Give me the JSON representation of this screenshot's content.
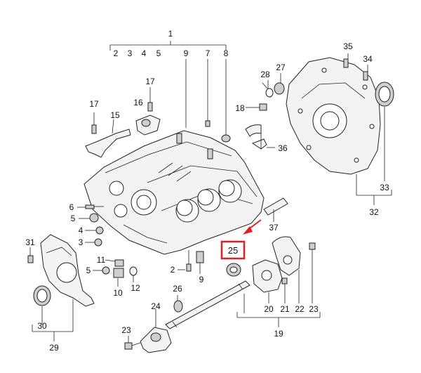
{
  "callouts": {
    "c1": "1",
    "c2": "2",
    "c3": "3",
    "c4": "4",
    "c5": "5",
    "c9": "9",
    "c7": "7",
    "c8": "8",
    "c35": "35",
    "c34": "34",
    "c27": "27",
    "c28": "28",
    "c17a": "17",
    "c16": "16",
    "c17b": "17",
    "c15": "15",
    "c18": "18",
    "c36": "36",
    "c33": "33",
    "c32": "32",
    "c6": "6",
    "c5b": "5",
    "c4b": "4",
    "c3b": "3",
    "c37": "37",
    "c31": "31",
    "c11": "11",
    "c5c": "5",
    "c10": "10",
    "c12": "12",
    "c2b": "2",
    "c9b": "9",
    "c25": "25",
    "c26": "26",
    "c20": "20",
    "c21": "21",
    "c22": "22",
    "c23a": "23",
    "c30": "30",
    "c29": "29",
    "c24": "24",
    "c23b": "23",
    "c19": "19"
  },
  "highlight": {
    "color": "#e02020"
  }
}
